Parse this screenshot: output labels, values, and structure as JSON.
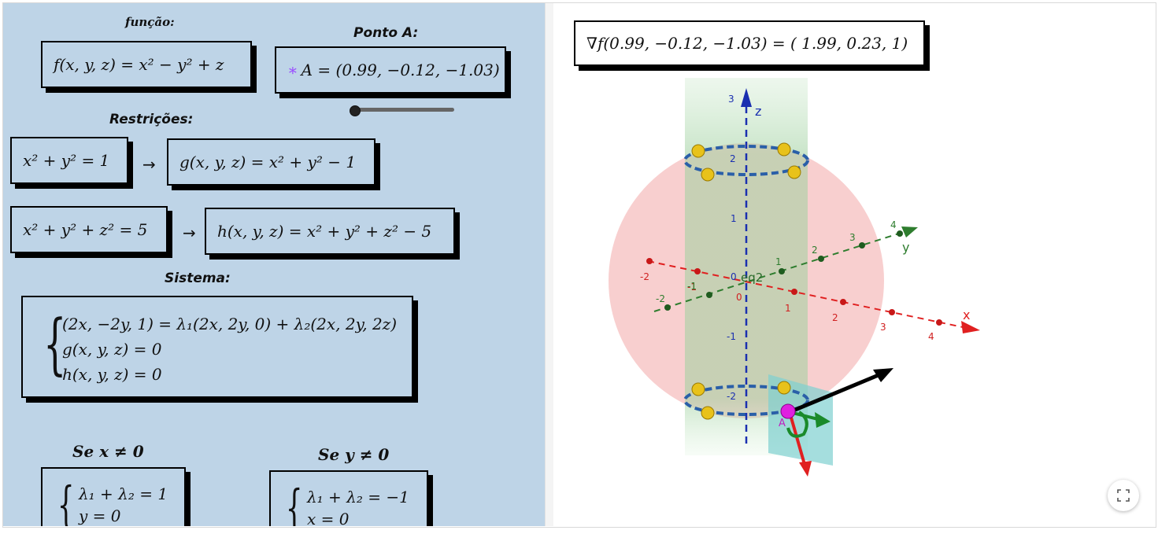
{
  "left_panel": {
    "funcao_heading": "função:",
    "funcao_formula": "f(x, y, z) = x² − y² + z",
    "ponto_heading": "Ponto A:",
    "ponto_star": "∗",
    "ponto_value": "A = (0.99, −0.12, −1.03)",
    "restricoes_heading": "Restrições:",
    "restr1_left": "x² + y² = 1",
    "restr1_right": "g(x, y, z) = x² + y² − 1",
    "restr2_left": "x² + y² + z² = 5",
    "restr2_right": "h(x, y, z) = x² + y² + z² − 5",
    "arrow": "→",
    "sistema_heading": "Sistema:",
    "sistema_lines": [
      "(2x, −2y, 1) = λ₁(2x, 2y, 0) + λ₂(2x, 2y, 2z)",
      "g(x, y, z) = 0",
      "h(x, y, z) = 0"
    ],
    "se_x_heading": "Se x ≠ 0",
    "se_x_lines": [
      "λ₁ + λ₂ = 1",
      "y = 0"
    ],
    "se_y_heading": "Se y ≠ 0",
    "se_y_lines": [
      "λ₁ + λ₂ = −1",
      "x = 0"
    ]
  },
  "right_panel": {
    "gradient_text": "∇f(0.99, −0.12, −1.03)  = ( 1.99, 0.23, 1)",
    "axis_labels": {
      "x": "x",
      "y": "y",
      "z": "z"
    },
    "z_ticks": [
      "3",
      "2",
      "1",
      "0",
      "-1",
      "-2"
    ],
    "x_ticks": [
      "-2",
      "-1",
      "1",
      "2",
      "3",
      "4"
    ],
    "y_ticks": [
      "-2",
      "-1",
      "1",
      "2",
      "3",
      "4"
    ],
    "origin_label": "0",
    "eq_label": "eq2",
    "point_label": "A",
    "fullscreen_icon": "fullscreen-icon"
  }
}
